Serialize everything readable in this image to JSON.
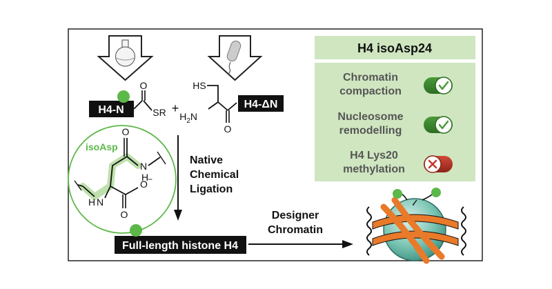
{
  "diagram": {
    "panel_title": "H4 isoAsp24",
    "checks": [
      {
        "line1": "Chromatin",
        "line2": "compaction",
        "status": "check"
      },
      {
        "line1": "Nucleosome",
        "line2": "remodelling",
        "status": "check"
      },
      {
        "line1": "H4 Lys20",
        "line2": "methylation",
        "status": "cross"
      }
    ],
    "thioester": {
      "label": "H4-N",
      "group": "SR",
      "carbonyl_o": "O"
    },
    "plus": "+",
    "cysteine": {
      "sh": "HS",
      "h2n": "H",
      "h2n_sub": "2",
      "h2n_n": "N",
      "carbonyl_o": "O",
      "label": "H4-ΔN"
    },
    "iso_asp": {
      "label": "isoAsp",
      "n_top": "N",
      "h_top": "H",
      "n_bot": "N",
      "h_bot": "H",
      "o_top": "O",
      "o_minus": "−",
      "o_bottom": "O"
    },
    "reaction": {
      "line1": "Native",
      "line2": "Chemical",
      "line3": "Ligation"
    },
    "product": "Full-length histone H4",
    "designer": {
      "line1": "Designer",
      "line2": "Chromatin"
    },
    "colors": {
      "green": "#5cb848",
      "panel_bg": "#cfe6c0",
      "orange": "#e87a2a",
      "teal": "#6fbfae",
      "red": "#c0392b"
    }
  }
}
